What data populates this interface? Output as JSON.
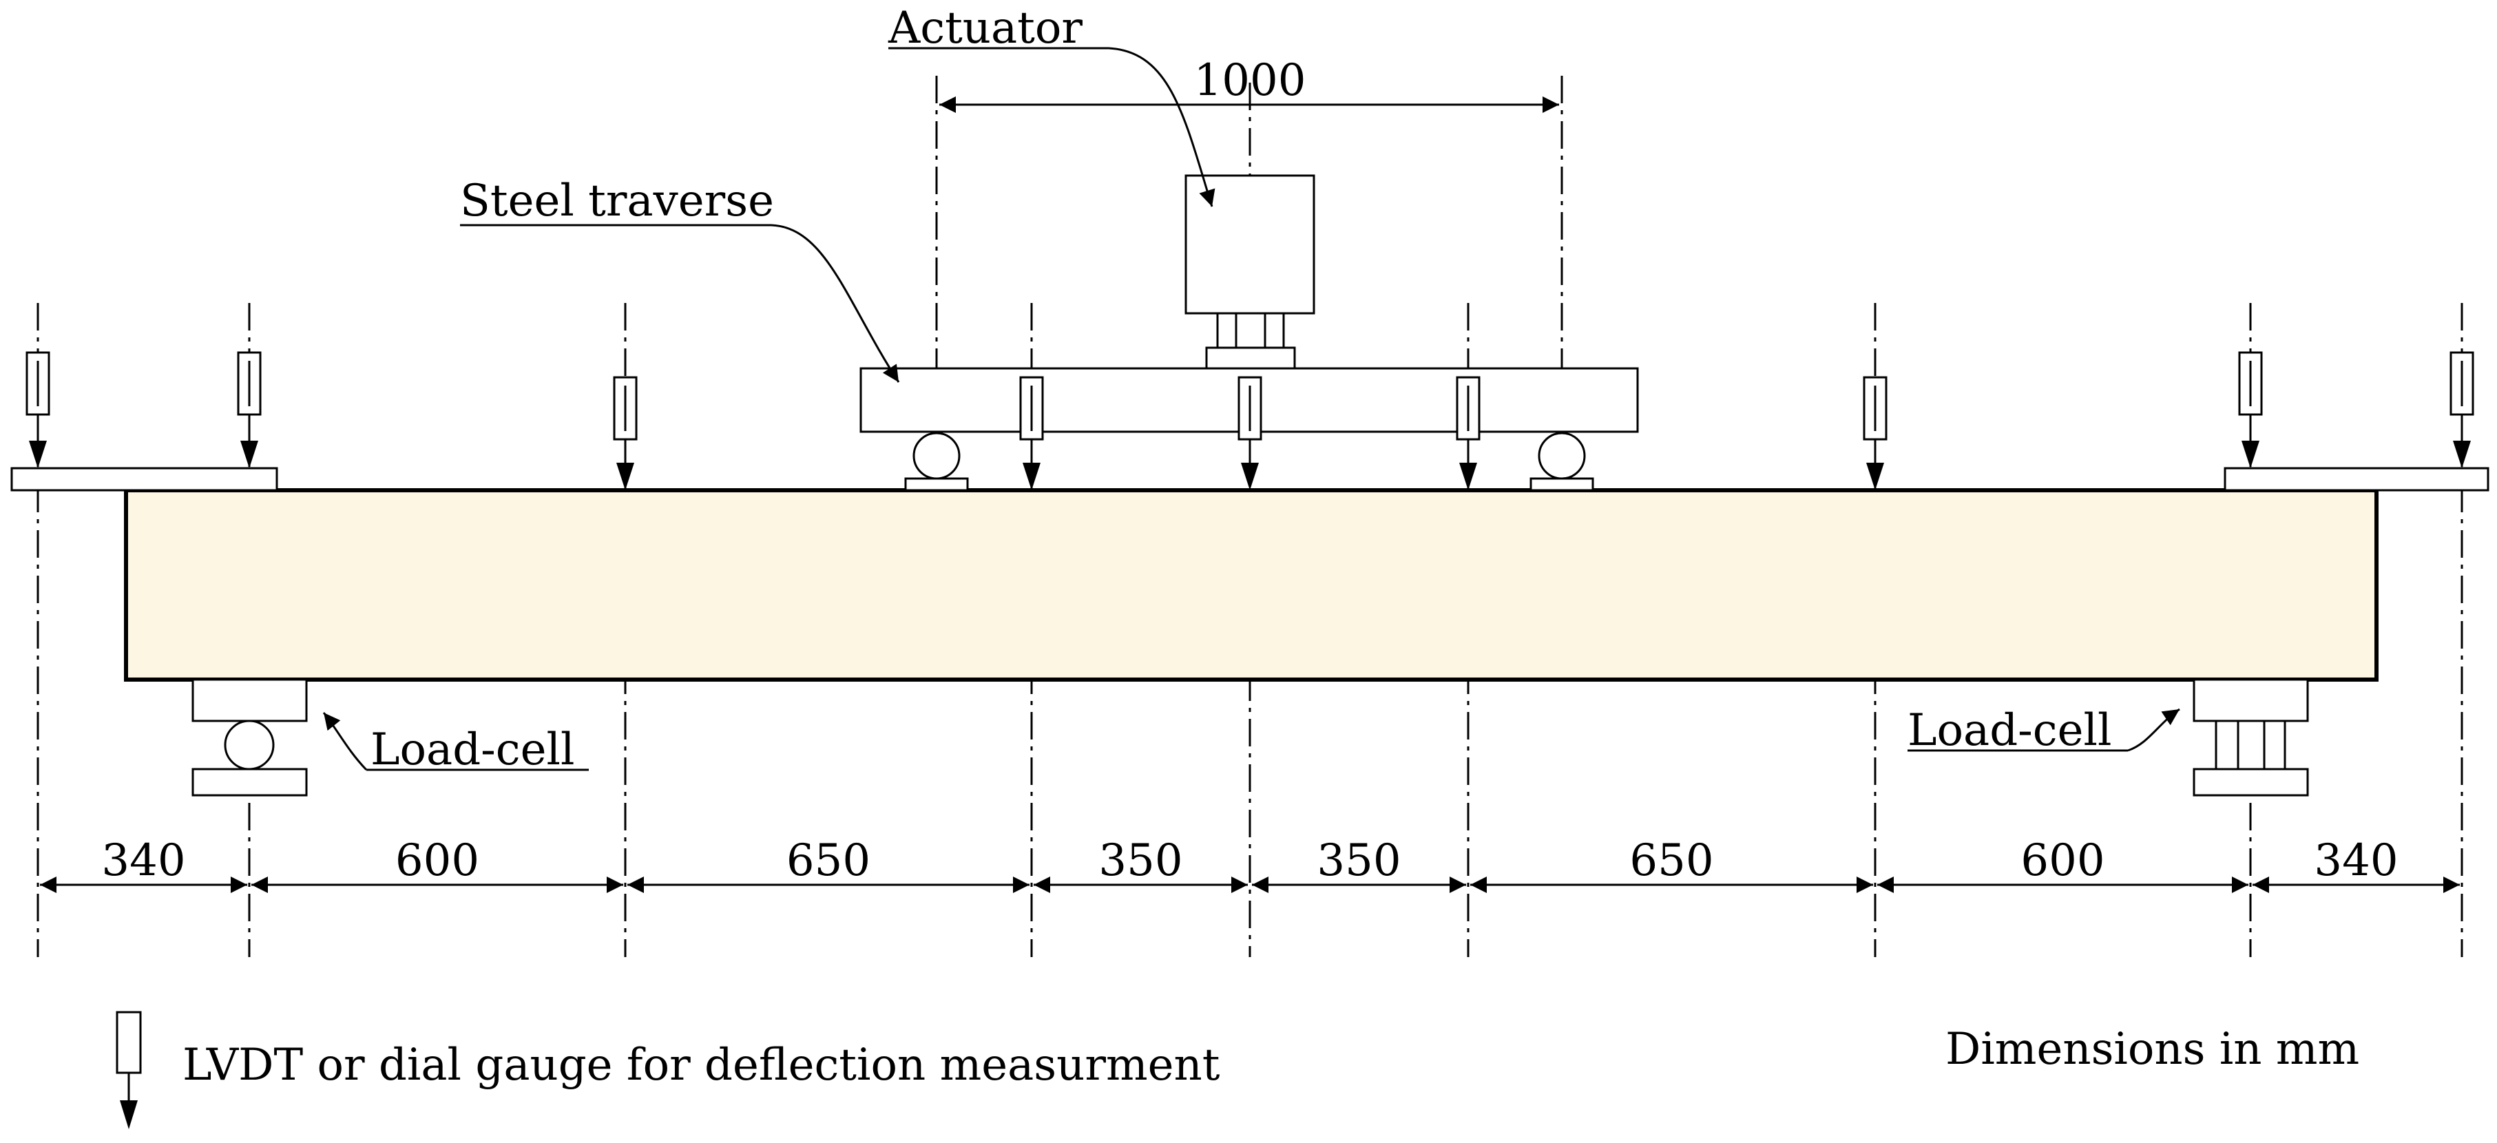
{
  "labels": {
    "actuator": "Actuator",
    "steel_traverse": "Steel traverse",
    "load_cell_left": "Load-cell",
    "load_cell_right": "Load-cell",
    "legend": "LVDT or dial gauge for deflection measurment",
    "units": "Dimensions in mm"
  },
  "dims": {
    "top": "1000",
    "bottom": [
      "340",
      "600",
      "650",
      "350",
      "350",
      "650",
      "600",
      "340"
    ]
  },
  "colors": {
    "beam_fill": "#fdf6e3",
    "stroke": "#000000"
  }
}
